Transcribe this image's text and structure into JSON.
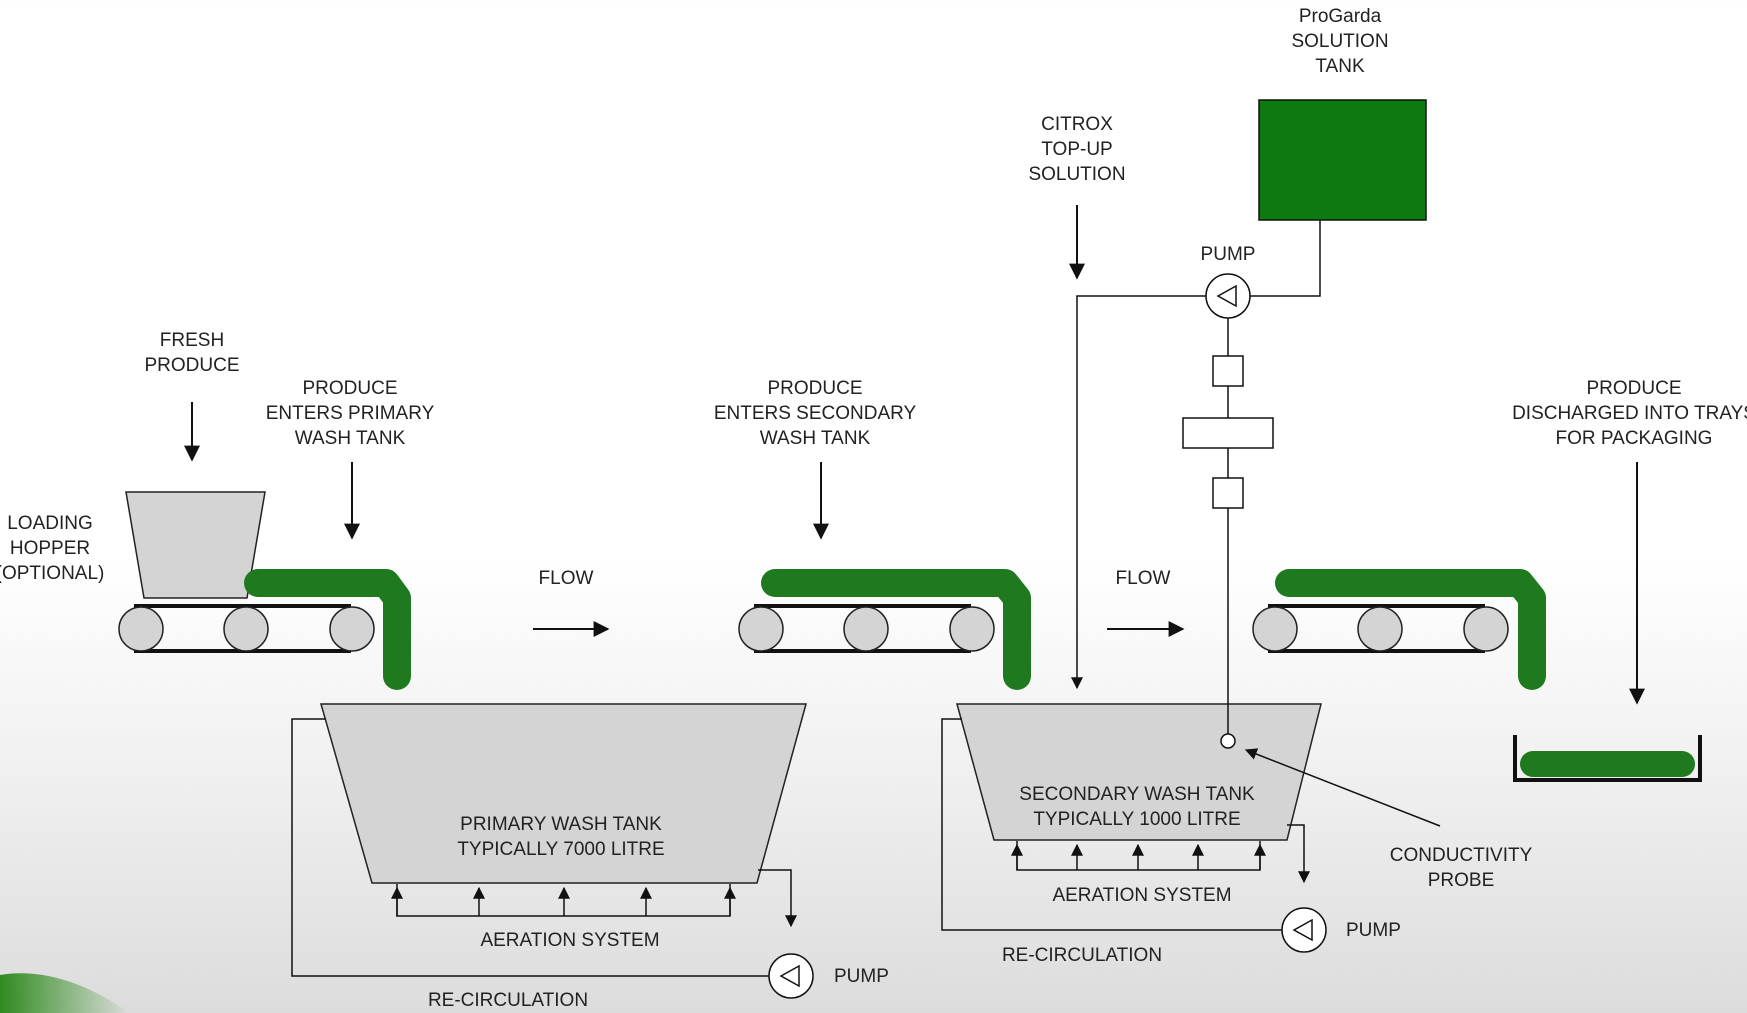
{
  "colors": {
    "produce": "#1f7a1f",
    "solution_tank": "#0d7a10",
    "tank_fill": "#d4d4d4",
    "stroke": "#222222"
  },
  "labels": {
    "progarda": [
      "ProGarda",
      "SOLUTION",
      "TANK"
    ],
    "citrox": [
      "CITROX",
      "TOP-UP",
      "SOLUTION"
    ],
    "fresh_produce": [
      "FRESH",
      "PRODUCE"
    ],
    "loading_hopper": [
      "LOADING",
      "HOPPER",
      "(OPTIONAL)"
    ],
    "enters_primary": [
      "PRODUCE",
      "ENTERS PRIMARY",
      "WASH TANK"
    ],
    "enters_secondary": [
      "PRODUCE",
      "ENTERS SECONDARY",
      "WASH TANK"
    ],
    "discharged": [
      "PRODUCE",
      "DISCHARGED INTO TRAYS",
      "FOR PACKAGING"
    ],
    "flow_1": "FLOW",
    "flow_2": "FLOW",
    "pump_top": "PUMP",
    "pump_primary": "PUMP",
    "pump_secondary": "PUMP",
    "primary_tank": [
      "PRIMARY WASH TANK",
      "TYPICALLY 7000 LITRE"
    ],
    "secondary_tank": [
      "SECONDARY WASH TANK",
      "TYPICALLY 1000 LITRE"
    ],
    "aeration_primary": "AERATION SYSTEM",
    "aeration_secondary": "AERATION SYSTEM",
    "recirc_primary": "RE-CIRCULATION",
    "recirc_secondary": "RE-CIRCULATION",
    "conductivity": [
      "CONDUCTIVITY",
      "PROBE"
    ]
  },
  "icons": [
    "pump-icon",
    "arrow-down-icon",
    "arrow-right-icon",
    "roller-icon"
  ]
}
